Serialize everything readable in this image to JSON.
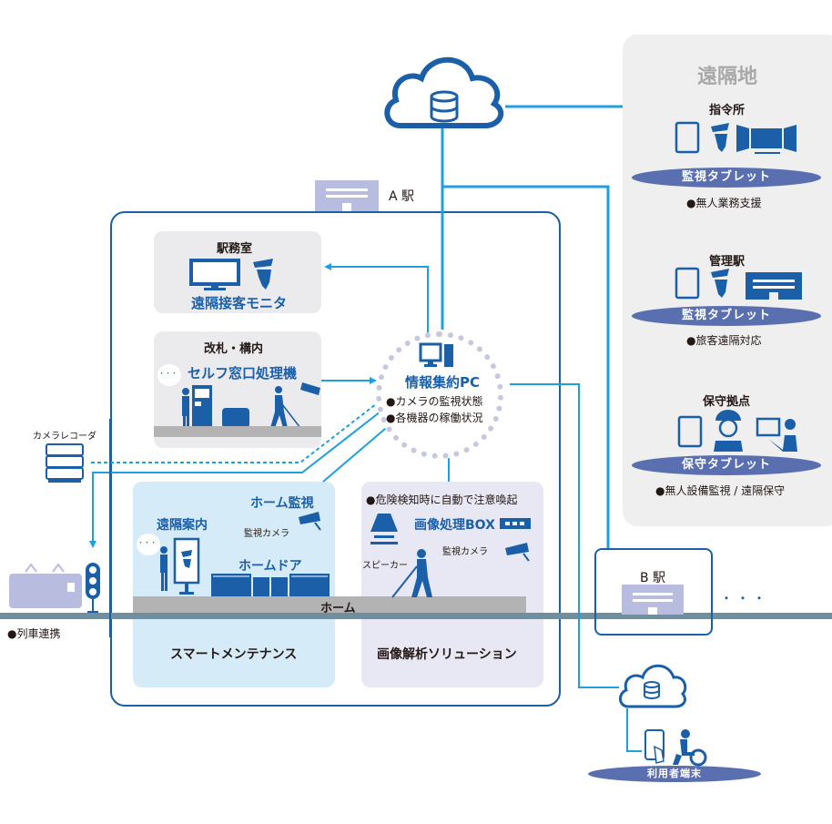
{
  "colors": {
    "primary_blue": "#1a5fa8",
    "line_cyan": "#1ea0e0",
    "remote_panel_bg": "#efefef",
    "room_bg": "#ebebed",
    "smart_maint_bg": "#d6ebf8",
    "image_analysis_bg": "#e8e8f4",
    "pill_bg": "#5a6fb0",
    "track": "#6e8f9e",
    "platform": "#b3b3b3",
    "pc_ring": "#c5c8de"
  },
  "cloud_top": {
    "icon": "database-icon"
  },
  "remote": {
    "title": "遠隔地",
    "sites": [
      {
        "name": "指令所",
        "pill": "監視タブレット",
        "note": "●無人業務支援",
        "icons": [
          "tablet-icon",
          "station-staff-icon",
          "control-monitor-wall-icon"
        ]
      },
      {
        "name": "管理駅",
        "pill": "監視タブレット",
        "note": "●旅客遠隔対応",
        "icons": [
          "tablet-icon",
          "station-staff-icon",
          "station-building-icon"
        ]
      },
      {
        "name": "保守拠点",
        "pill": "保守タブレット",
        "note": "●無人設備監視 / 遠隔保守",
        "icons": [
          "tablet-icon",
          "maintenance-worker-icon",
          "laptop-user-icon"
        ]
      }
    ]
  },
  "station_a": {
    "label": "A 駅",
    "office": {
      "title": "駅務室",
      "caption": "遠隔接客モニタ"
    },
    "gate": {
      "title": "改札・構内",
      "caption": "セルフ窓口処理機",
      "bubble": "・・・"
    },
    "pc": {
      "title": "情報集約PC",
      "bullets": [
        "●カメラの監視状態",
        "●各機器の稼働状況"
      ]
    },
    "smart_maintenance": {
      "title": "スマートメンテナンス",
      "remote_guide": "遠隔案内",
      "platform_monitor": "ホーム監視",
      "camera": "監視カメラ",
      "platform_door": "ホームドア",
      "bubble": "・・・"
    },
    "image_analysis": {
      "title": "画像解析ソリューション",
      "note": "●危険検知時に自動で注意喚起",
      "box": "画像処理BOX",
      "camera": "監視カメラ",
      "speaker": "スピーカー"
    },
    "platform_label": "ホーム"
  },
  "camera_recorder": "カメラレコーダ",
  "train_link": "●列車連携",
  "station_b": {
    "label": "B 駅",
    "ellipsis": "・・・"
  },
  "user_terminal": {
    "pill": "利用者端末"
  }
}
